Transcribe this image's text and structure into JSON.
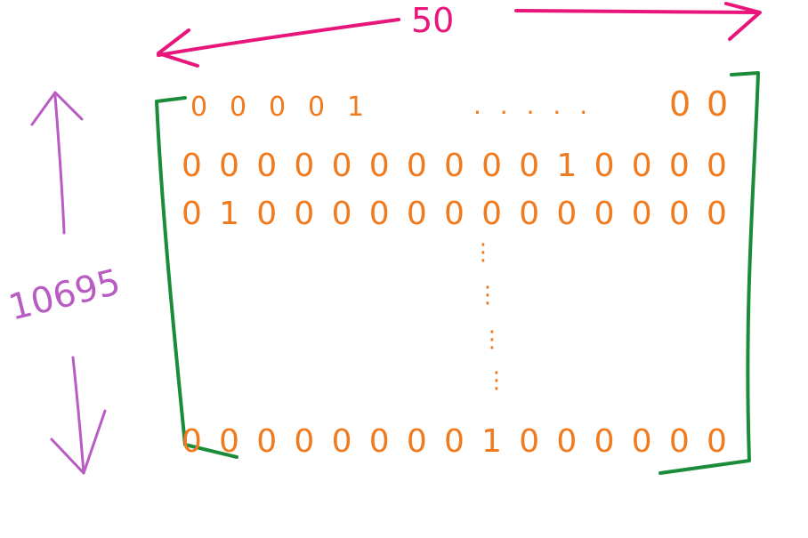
{
  "colors": {
    "width_annotation": "#e8167a",
    "height_annotation": "#b85cc4",
    "bracket": "#1a8c3a",
    "digits": "#f07a1e"
  },
  "width_label": "50",
  "height_label": "10695",
  "matrix": {
    "rows": [
      {
        "cells": [
          "0",
          "0",
          "0",
          "0",
          "1"
        ],
        "ellipsis": ". . . . .",
        "tail": [
          "0",
          "0"
        ]
      },
      {
        "cells": [
          "0",
          "0",
          "0",
          "0",
          "0",
          "0",
          "0",
          "0",
          "0",
          "0",
          "1",
          "0",
          "0",
          "0",
          "0"
        ]
      },
      {
        "cells": [
          "0",
          "1",
          "0",
          "0",
          "0",
          "0",
          "0",
          "0",
          "0",
          "0",
          "0",
          "0",
          "0",
          "0",
          "0"
        ]
      },
      {
        "cells": [
          "0",
          "0",
          "0",
          "0",
          "0",
          "0",
          "0",
          "0",
          "1",
          "0",
          "0",
          "0",
          "0",
          "0",
          "0"
        ]
      }
    ],
    "vertical_ellipsis": "⋮"
  }
}
